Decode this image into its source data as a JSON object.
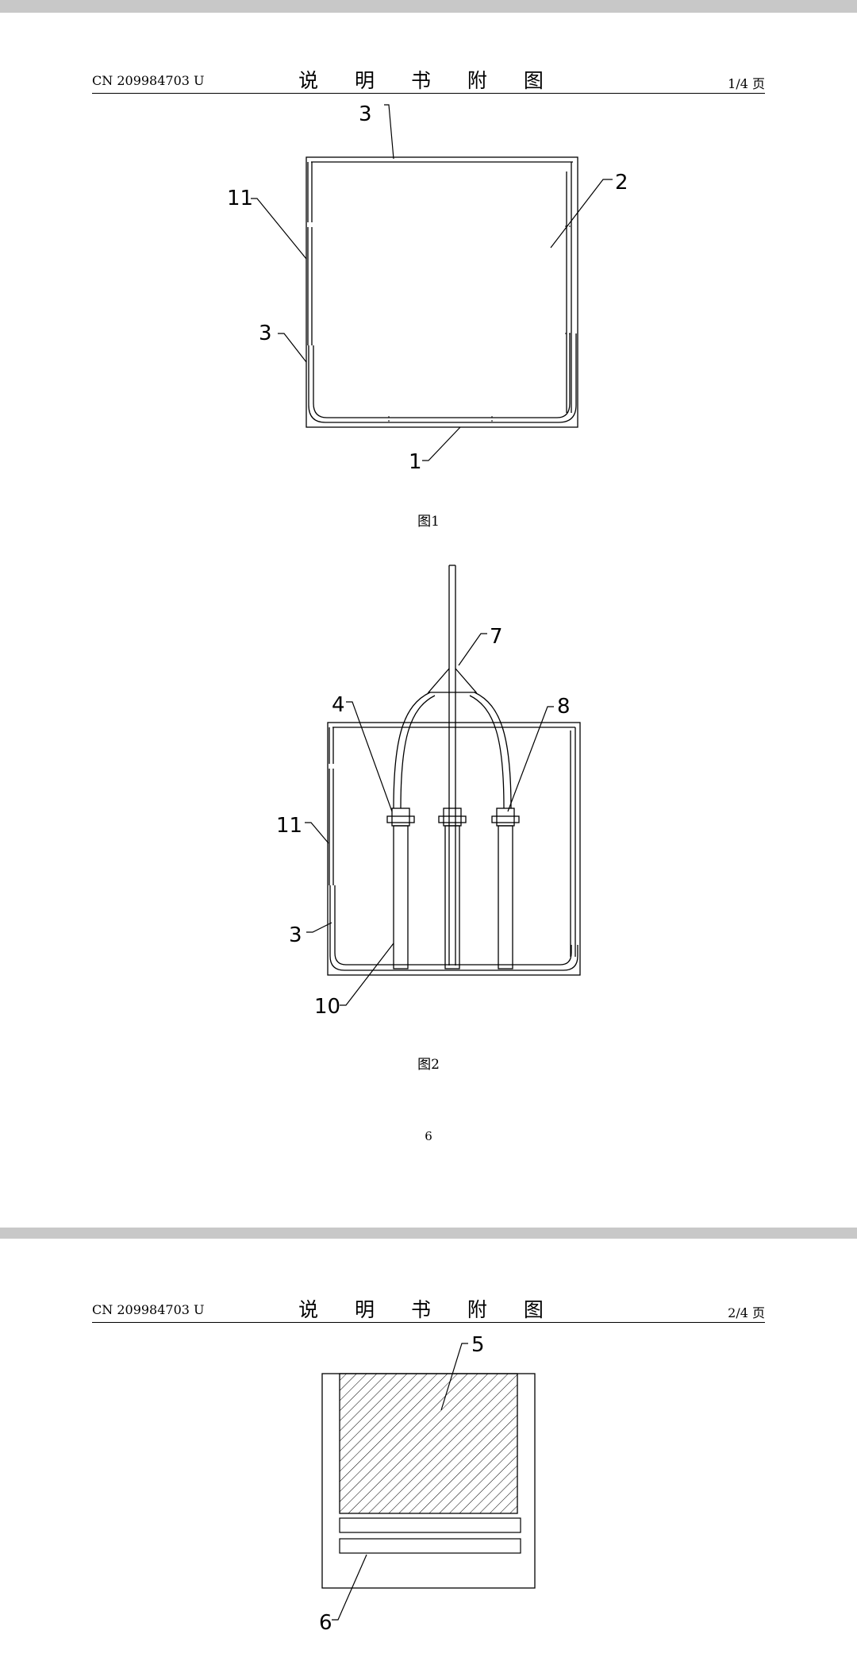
{
  "pages": [
    {
      "doc_number": "CN 209984703 U",
      "section_title": "说 明 书 附 图",
      "page_indicator": "1/4 页",
      "figures": [
        {
          "caption": "图1",
          "labels": {
            "top": "3",
            "right": "2",
            "left_upper": "11",
            "left_lower": "3",
            "bottom": "1"
          }
        },
        {
          "caption": "图2",
          "labels": {
            "stem": "7",
            "left_connector": "4",
            "right_connector": "8",
            "left_upper": "11",
            "left_lower": "3",
            "tube": "10"
          }
        }
      ],
      "page_number": "6"
    },
    {
      "doc_number": "CN 209984703 U",
      "section_title": "说 明 书 附 图",
      "page_indicator": "2/4 页",
      "figures": [
        {
          "caption": "",
          "labels": {
            "hatched": "5",
            "plates": "6"
          }
        }
      ]
    }
  ]
}
